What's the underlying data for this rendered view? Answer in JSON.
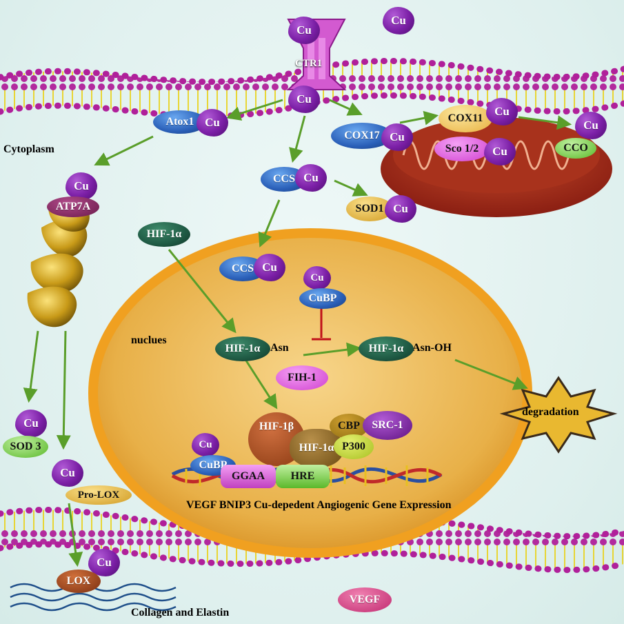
{
  "labels": {
    "cytoplasm": "Cytoplasm",
    "nucleus": "nuclues",
    "gene_expression": "VEGF BNIP3 Cu-depedent Angiogenic Gene Expression",
    "collagen": "Collagen and Elastin",
    "degradation": "degradation",
    "asn": "Asn",
    "asn_oh": "Asn-OH"
  },
  "nodes": {
    "cu": "Cu",
    "ctr1": "CTR1",
    "atox1": "Atox1",
    "atp7a": "ATP7A",
    "ccs": "CCS",
    "sod1": "SOD1",
    "cox17": "COX17",
    "cox11": "COX11",
    "sco": "Sco 1/2",
    "cco": "CCO",
    "hif1a": "HIF-1α",
    "hif1b": "HIF-1β",
    "cubp": "CuBP",
    "fih1": "FIH-1",
    "cbp": "CBP",
    "src1": "SRC-1",
    "p300": "P300",
    "ggaa": "GGAA",
    "hre": "HRE",
    "sod3": "SOD 3",
    "prolox": "Pro-LOX",
    "lox": "LOX",
    "vegf": "VEGF"
  },
  "colors": {
    "copper": "#7b1fa6",
    "membrane_head": "#b0209a",
    "membrane_tail": "#e8d42a",
    "arrow": "#5a9e2a",
    "nucleus_edge": "#f0a020",
    "inhibit": "#c0121a"
  }
}
